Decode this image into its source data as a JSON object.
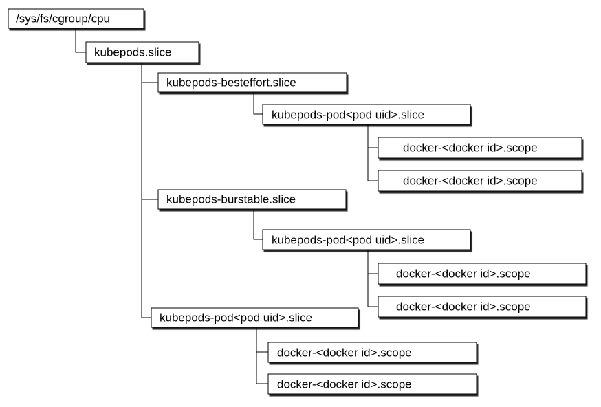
{
  "tree": {
    "root": "/sys/fs/cgroup/cpu",
    "kubepods": "kubepods.slice",
    "besteffort": {
      "label": "kubepods-besteffort.slice",
      "pod": "kubepods-pod<pod uid>.slice",
      "scopes": [
        "docker-<docker id>.scope",
        "docker-<docker id>.scope"
      ]
    },
    "burstable": {
      "label": "kubepods-burstable.slice",
      "pod": "kubepods-pod<pod uid>.slice",
      "scopes": [
        "docker-<docker id>.scope",
        "docker-<docker id>.scope"
      ]
    },
    "guaranteed_pod": {
      "label": "kubepods-pod<pod uid>.slice",
      "scopes": [
        "docker-<docker id>.scope",
        "docker-<docker id>.scope"
      ]
    }
  },
  "colors": {
    "stroke": "#000000",
    "fill": "#ffffff",
    "shadow": "#000000"
  }
}
